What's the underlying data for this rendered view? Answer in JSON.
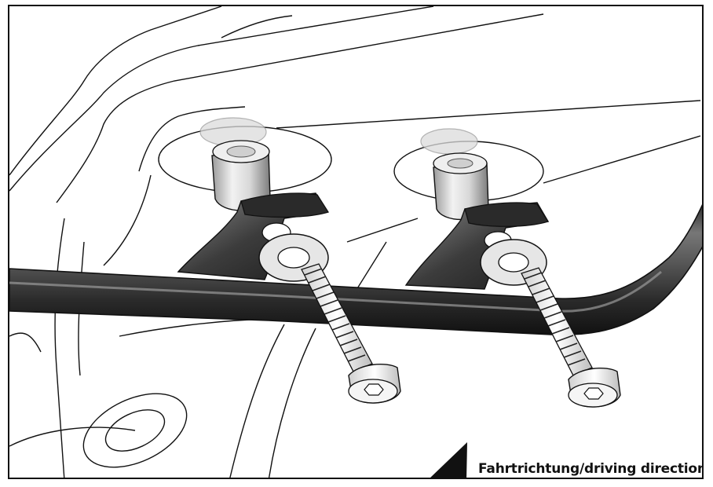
{
  "caption": {
    "direction_text": "Fahrtrichtung/driving direction",
    "arrow_icon": "triangle-arrow-icon"
  },
  "colors": {
    "line": "#111111",
    "tube_dark": "#2b2b2b",
    "tube_mid": "#8a8a8a",
    "metal_light": "#e8e8e8",
    "bracket": "#3a3a3a",
    "background": "#ffffff"
  },
  "parts": {
    "fasteners": 2,
    "items": [
      "spacer-sleeve",
      "mount-bracket",
      "washer",
      "socket-head-bolt"
    ]
  }
}
